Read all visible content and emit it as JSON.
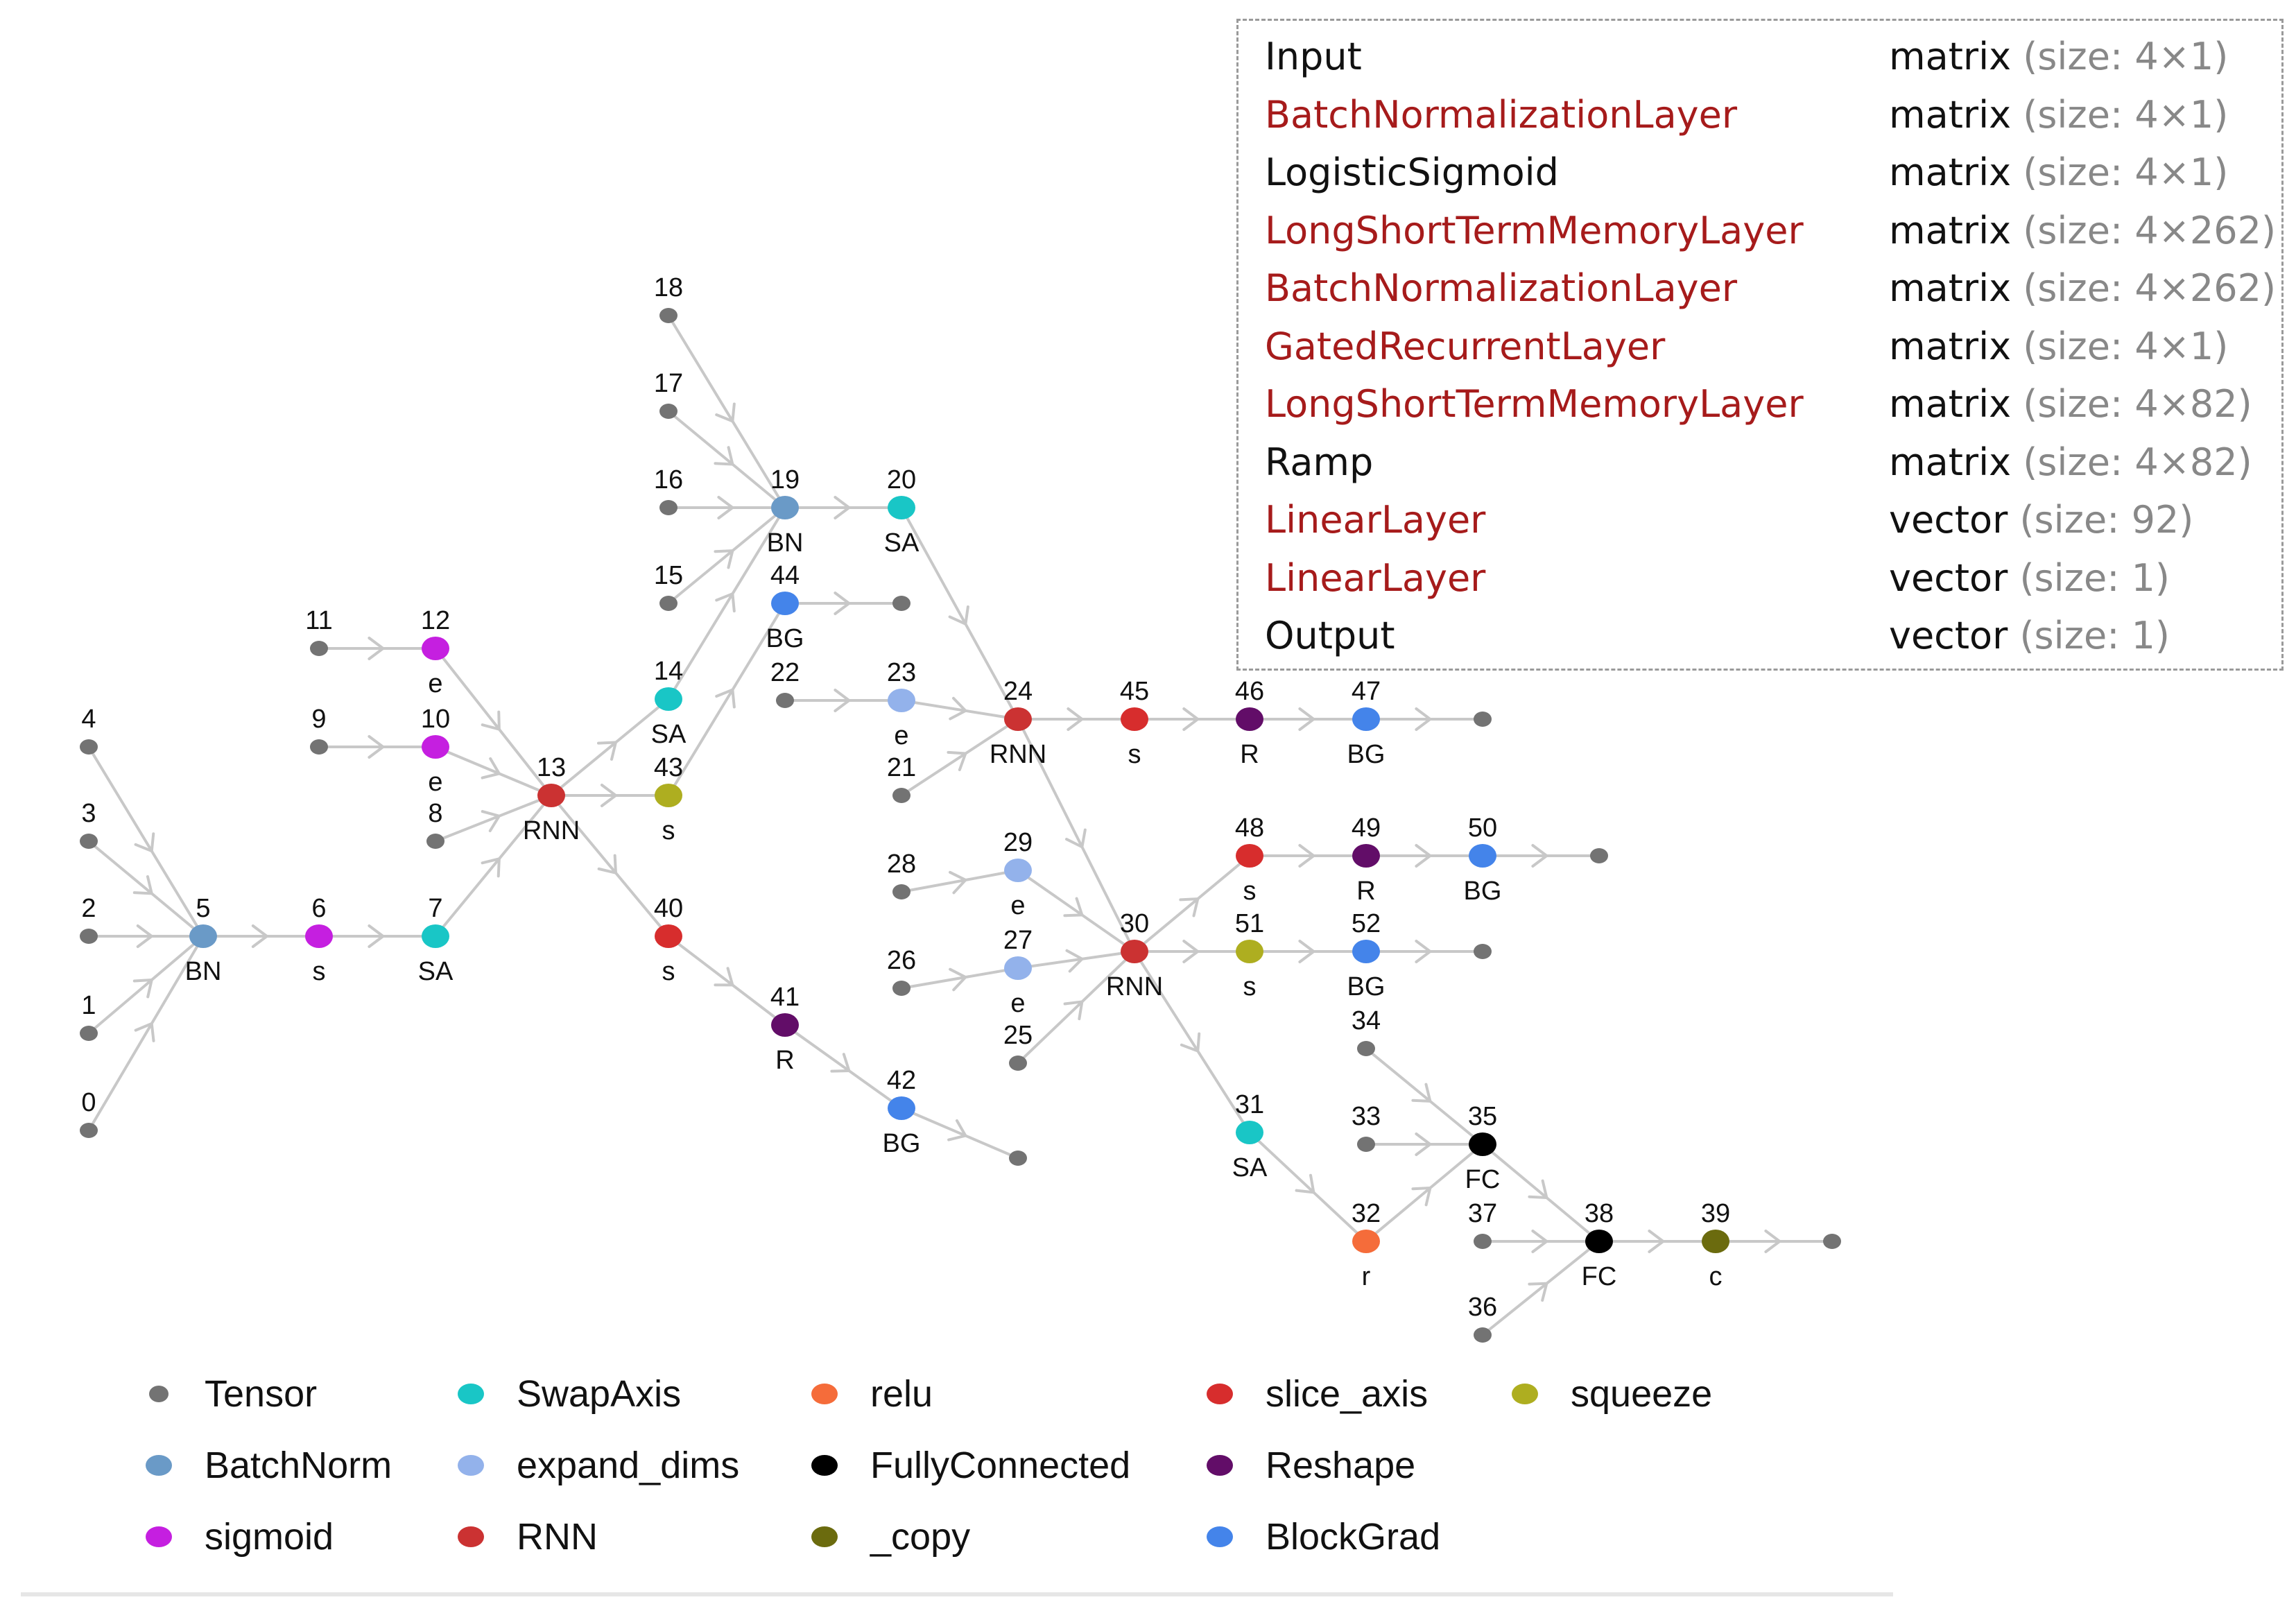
{
  "palette": {
    "tensor": "#737373",
    "batchnorm": "#6a9ac7",
    "sigmoid": "#c51fe0",
    "swapaxis": "#19c6c6",
    "expand_dims": "#93b2eb",
    "rnn": "#cb3232",
    "relu": "#f56c3a",
    "fullyconnected": "#000000",
    "copy": "#6b6b0e",
    "slice_axis": "#d72d2d",
    "reshape": "#620d68",
    "blockgrad": "#4484ea",
    "squeeze": "#aeae20",
    "edge": "#c8c8c8",
    "layer_red": "#a61b1b",
    "layer_black": "#111111"
  },
  "graph": {
    "nodes": [
      {
        "id": "0",
        "label": "0",
        "type": "tensor"
      },
      {
        "id": "1",
        "label": "1",
        "type": "tensor"
      },
      {
        "id": "2",
        "label": "2",
        "type": "tensor"
      },
      {
        "id": "3",
        "label": "3",
        "type": "tensor"
      },
      {
        "id": "4",
        "label": "4",
        "type": "tensor"
      },
      {
        "id": "5",
        "label": "5",
        "op": "BN",
        "type": "batchnorm"
      },
      {
        "id": "6",
        "label": "6",
        "op": "s",
        "type": "sigmoid"
      },
      {
        "id": "7",
        "label": "7",
        "op": "SA",
        "type": "swapaxis"
      },
      {
        "id": "8",
        "label": "8",
        "type": "tensor"
      },
      {
        "id": "9",
        "label": "9",
        "type": "tensor"
      },
      {
        "id": "10",
        "label": "10",
        "op": "e",
        "type": "sigmoid"
      },
      {
        "id": "11",
        "label": "11",
        "type": "tensor"
      },
      {
        "id": "12",
        "label": "12",
        "op": "e",
        "type": "sigmoid"
      },
      {
        "id": "13",
        "label": "13",
        "op": "RNN",
        "type": "rnn"
      },
      {
        "id": "14",
        "label": "14",
        "op": "SA",
        "type": "swapaxis"
      },
      {
        "id": "43",
        "label": "43",
        "op": "s",
        "type": "squeeze"
      },
      {
        "id": "40",
        "label": "40",
        "op": "s",
        "type": "slice_axis"
      },
      {
        "id": "41",
        "label": "41",
        "op": "R",
        "type": "reshape"
      },
      {
        "id": "42",
        "label": "42",
        "op": "BG",
        "type": "blockgrad"
      },
      {
        "id": "t42",
        "label": "",
        "type": "tensor"
      },
      {
        "id": "15",
        "label": "15",
        "type": "tensor"
      },
      {
        "id": "16",
        "label": "16",
        "type": "tensor"
      },
      {
        "id": "17",
        "label": "17",
        "type": "tensor"
      },
      {
        "id": "18",
        "label": "18",
        "type": "tensor"
      },
      {
        "id": "19",
        "label": "19",
        "op": "BN",
        "type": "batchnorm"
      },
      {
        "id": "20",
        "label": "20",
        "op": "SA",
        "type": "swapaxis"
      },
      {
        "id": "44",
        "label": "44",
        "op": "BG",
        "type": "blockgrad"
      },
      {
        "id": "t44",
        "label": "",
        "type": "tensor"
      },
      {
        "id": "22",
        "label": "22",
        "type": "tensor"
      },
      {
        "id": "23",
        "label": "23",
        "op": "e",
        "type": "expand_dims"
      },
      {
        "id": "21",
        "label": "21",
        "type": "tensor"
      },
      {
        "id": "24",
        "label": "24",
        "op": "RNN",
        "type": "rnn"
      },
      {
        "id": "45",
        "label": "45",
        "op": "s",
        "type": "slice_axis"
      },
      {
        "id": "46",
        "label": "46",
        "op": "R",
        "type": "reshape"
      },
      {
        "id": "47",
        "label": "47",
        "op": "BG",
        "type": "blockgrad"
      },
      {
        "id": "t47",
        "label": "",
        "type": "tensor"
      },
      {
        "id": "28",
        "label": "28",
        "type": "tensor"
      },
      {
        "id": "29",
        "label": "29",
        "op": "e",
        "type": "expand_dims"
      },
      {
        "id": "26",
        "label": "26",
        "type": "tensor"
      },
      {
        "id": "27",
        "label": "27",
        "op": "e",
        "type": "expand_dims"
      },
      {
        "id": "25",
        "label": "25",
        "type": "tensor"
      },
      {
        "id": "30",
        "label": "30",
        "op": "RNN",
        "type": "rnn"
      },
      {
        "id": "48",
        "label": "48",
        "op": "s",
        "type": "slice_axis"
      },
      {
        "id": "49",
        "label": "49",
        "op": "R",
        "type": "reshape"
      },
      {
        "id": "50",
        "label": "50",
        "op": "BG",
        "type": "blockgrad"
      },
      {
        "id": "t50",
        "label": "",
        "type": "tensor"
      },
      {
        "id": "51",
        "label": "51",
        "op": "s",
        "type": "squeeze"
      },
      {
        "id": "52",
        "label": "52",
        "op": "BG",
        "type": "blockgrad"
      },
      {
        "id": "t52",
        "label": "",
        "type": "tensor"
      },
      {
        "id": "31",
        "label": "31",
        "op": "SA",
        "type": "swapaxis"
      },
      {
        "id": "32",
        "label": "32",
        "op": "r",
        "type": "relu"
      },
      {
        "id": "33",
        "label": "33",
        "type": "tensor"
      },
      {
        "id": "34",
        "label": "34",
        "type": "tensor"
      },
      {
        "id": "35",
        "label": "35",
        "op": "FC",
        "type": "fullyconnected"
      },
      {
        "id": "36",
        "label": "36",
        "type": "tensor"
      },
      {
        "id": "37",
        "label": "37",
        "type": "tensor"
      },
      {
        "id": "38",
        "label": "38",
        "op": "FC",
        "type": "fullyconnected"
      },
      {
        "id": "39",
        "label": "39",
        "op": "c",
        "type": "copy"
      },
      {
        "id": "t39",
        "label": "",
        "type": "tensor"
      }
    ],
    "edges": [
      [
        "0",
        "5"
      ],
      [
        "1",
        "5"
      ],
      [
        "2",
        "5"
      ],
      [
        "3",
        "5"
      ],
      [
        "4",
        "5"
      ],
      [
        "5",
        "6"
      ],
      [
        "6",
        "7"
      ],
      [
        "7",
        "13"
      ],
      [
        "8",
        "13"
      ],
      [
        "9",
        "10"
      ],
      [
        "10",
        "13"
      ],
      [
        "11",
        "12"
      ],
      [
        "12",
        "13"
      ],
      [
        "13",
        "14"
      ],
      [
        "13",
        "43"
      ],
      [
        "13",
        "40"
      ],
      [
        "40",
        "41"
      ],
      [
        "41",
        "42"
      ],
      [
        "42",
        "t42"
      ],
      [
        "14",
        "19"
      ],
      [
        "15",
        "19"
      ],
      [
        "16",
        "19"
      ],
      [
        "17",
        "19"
      ],
      [
        "18",
        "19"
      ],
      [
        "19",
        "20"
      ],
      [
        "43",
        "44"
      ],
      [
        "44",
        "t44"
      ],
      [
        "20",
        "24"
      ],
      [
        "22",
        "23"
      ],
      [
        "23",
        "24"
      ],
      [
        "21",
        "24"
      ],
      [
        "24",
        "45"
      ],
      [
        "45",
        "46"
      ],
      [
        "46",
        "47"
      ],
      [
        "47",
        "t47"
      ],
      [
        "24",
        "30"
      ],
      [
        "28",
        "29"
      ],
      [
        "29",
        "30"
      ],
      [
        "26",
        "27"
      ],
      [
        "27",
        "30"
      ],
      [
        "25",
        "30"
      ],
      [
        "30",
        "48"
      ],
      [
        "48",
        "49"
      ],
      [
        "49",
        "50"
      ],
      [
        "50",
        "t50"
      ],
      [
        "30",
        "51"
      ],
      [
        "51",
        "52"
      ],
      [
        "52",
        "t52"
      ],
      [
        "30",
        "31"
      ],
      [
        "31",
        "32"
      ],
      [
        "32",
        "35"
      ],
      [
        "33",
        "35"
      ],
      [
        "34",
        "35"
      ],
      [
        "35",
        "38"
      ],
      [
        "36",
        "38"
      ],
      [
        "37",
        "38"
      ],
      [
        "38",
        "39"
      ],
      [
        "39",
        "t39"
      ]
    ]
  },
  "layers": [
    {
      "name": "Input",
      "kind": "matrix",
      "size": "(size: 4×1)",
      "color": "black"
    },
    {
      "name": "BatchNormalizationLayer",
      "kind": "matrix",
      "size": "(size: 4×1)",
      "color": "red"
    },
    {
      "name": "LogisticSigmoid",
      "kind": "matrix",
      "size": "(size: 4×1)",
      "color": "black"
    },
    {
      "name": "LongShortTermMemoryLayer",
      "kind": "matrix",
      "size": "(size: 4×262)",
      "color": "red"
    },
    {
      "name": "BatchNormalizationLayer",
      "kind": "matrix",
      "size": "(size: 4×262)",
      "color": "red"
    },
    {
      "name": "GatedRecurrentLayer",
      "kind": "matrix",
      "size": "(size: 4×1)",
      "color": "red"
    },
    {
      "name": "LongShortTermMemoryLayer",
      "kind": "matrix",
      "size": "(size: 4×82)",
      "color": "red"
    },
    {
      "name": "Ramp",
      "kind": "matrix",
      "size": "(size: 4×82)",
      "color": "black"
    },
    {
      "name": "LinearLayer",
      "kind": "vector",
      "size": "(size: 92)",
      "color": "red"
    },
    {
      "name": "LinearLayer",
      "kind": "vector",
      "size": "(size: 1)",
      "color": "red"
    },
    {
      "name": "Output",
      "kind": "vector",
      "size": "(size: 1)",
      "color": "black"
    }
  ],
  "legend": [
    {
      "label": "Tensor",
      "type": "tensor"
    },
    {
      "label": "SwapAxis",
      "type": "swapaxis"
    },
    {
      "label": "relu",
      "type": "relu"
    },
    {
      "label": "slice_axis",
      "type": "slice_axis"
    },
    {
      "label": "squeeze",
      "type": "squeeze"
    },
    {
      "label": "BatchNorm",
      "type": "batchnorm"
    },
    {
      "label": "expand_dims",
      "type": "expand_dims"
    },
    {
      "label": "FullyConnected",
      "type": "fullyconnected"
    },
    {
      "label": "Reshape",
      "type": "reshape"
    },
    {
      "label": "sigmoid",
      "type": "sigmoid"
    },
    {
      "label": "RNN",
      "type": "rnn"
    },
    {
      "label": "_copy",
      "type": "copy"
    },
    {
      "label": "BlockGrad",
      "type": "blockgrad"
    }
  ]
}
